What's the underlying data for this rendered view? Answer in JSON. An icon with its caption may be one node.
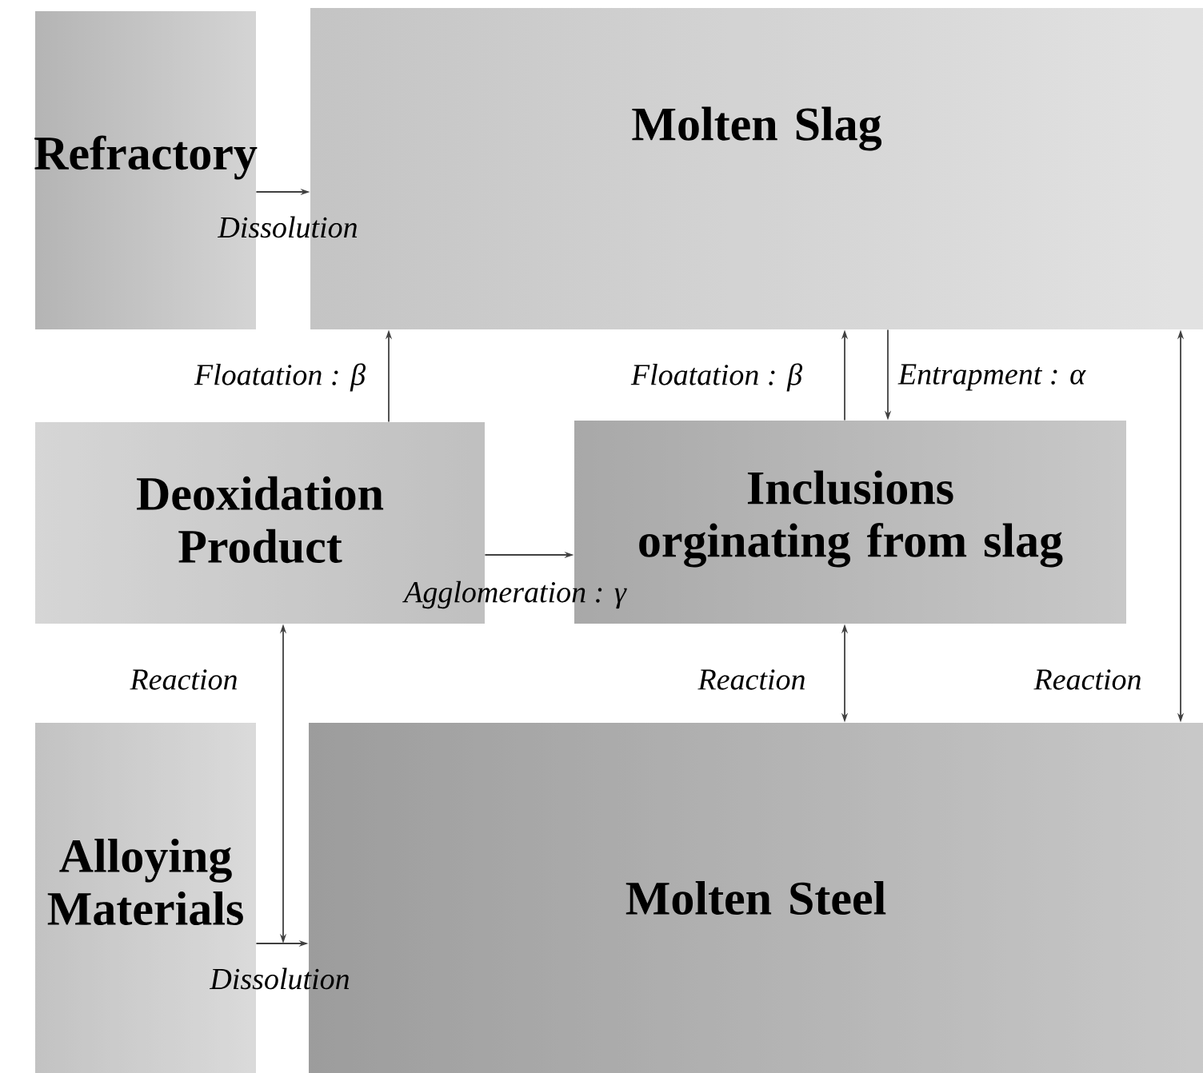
{
  "diagram": {
    "nodes": [
      {
        "text": [
          "Refractory"
        ]
      },
      {
        "text": [
          "Molten Slag"
        ]
      },
      {
        "text": [
          "Deoxidation Product"
        ]
      },
      {
        "text": [
          "Inclusions orginating from slag"
        ]
      },
      {
        "text": [
          "Alloying Materials"
        ]
      },
      {
        "text": [
          "Molten Steel"
        ]
      }
    ],
    "edges": [
      {
        "from": 0,
        "to": 1,
        "arrow": "to",
        "label": "Dissolution"
      },
      {
        "from": 2,
        "to": 1,
        "arrow": "to",
        "label": "Floatation : β"
      },
      {
        "from": 2,
        "to": 3,
        "arrow": "to",
        "label": "Agglomeration : γ"
      },
      {
        "from": 3,
        "to": 1,
        "arrow": "to",
        "label": "Floatation : β"
      },
      {
        "from": 1,
        "to": 3,
        "arrow": "to",
        "label": "Entrapment : α"
      },
      {
        "from": 2,
        "to": null,
        "arrow": "both",
        "label": "Reaction"
      },
      {
        "from": 4,
        "to": 5,
        "arrow": "to",
        "label": "Dissolution"
      },
      {
        "from": 3,
        "to": 5,
        "arrow": "both",
        "label": "Reaction"
      },
      {
        "from": 1,
        "to": 5,
        "arrow": "both",
        "label": "Reaction"
      }
    ]
  }
}
